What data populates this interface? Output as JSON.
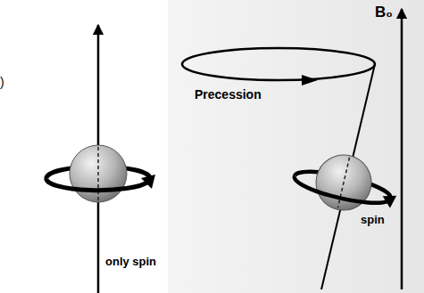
{
  "diagram": {
    "labels": [
      ")",
      "only spin",
      "B₀",
      "Precession",
      "spin"
    ]
  }
}
